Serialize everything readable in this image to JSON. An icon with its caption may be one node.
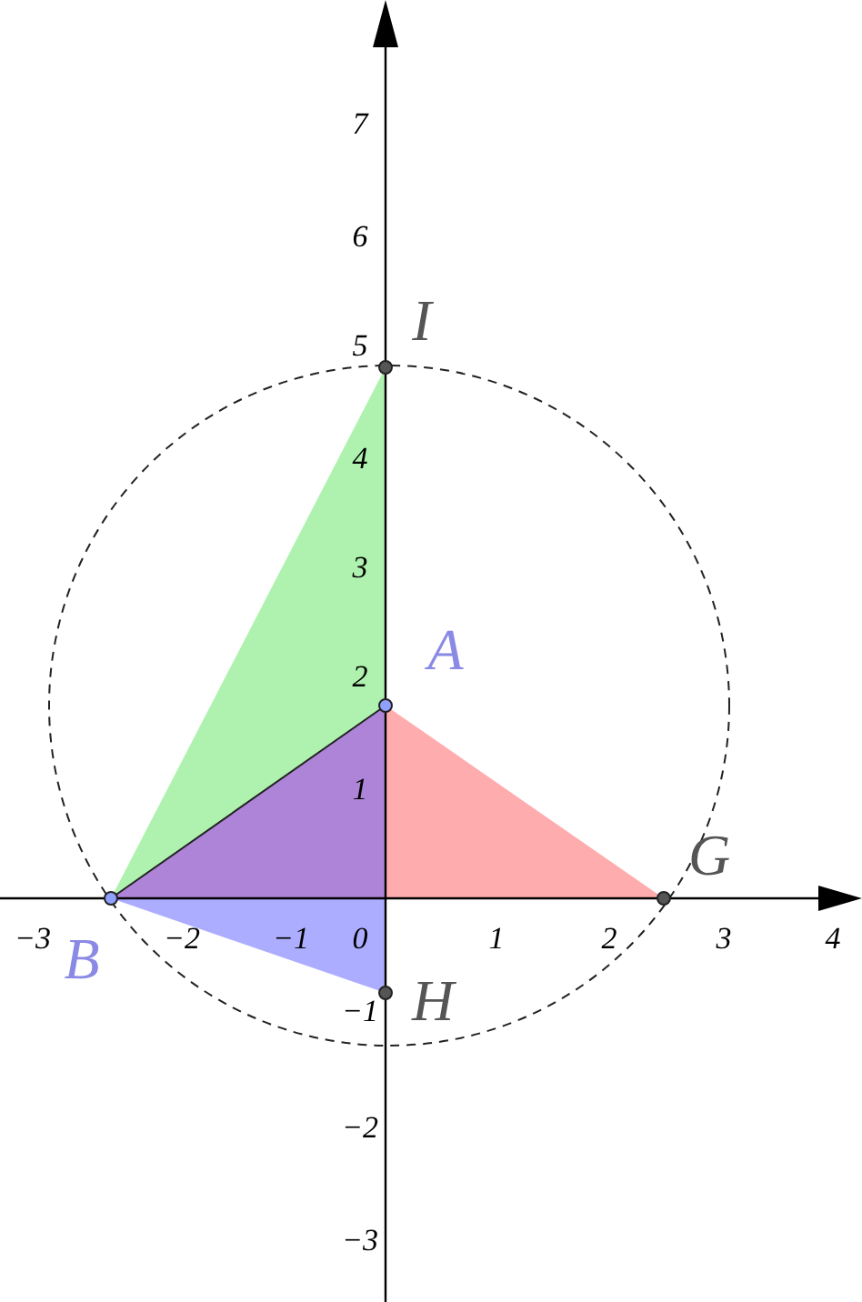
{
  "diagram": {
    "labels": [
      "7",
      "6",
      "I",
      "5",
      "4",
      "3",
      "A",
      "2",
      "1",
      "G",
      "−3",
      "−2",
      "−1",
      "0",
      "1",
      "2",
      "3",
      "4",
      "B",
      "H",
      "−1",
      "−2",
      "−3"
    ]
  }
}
